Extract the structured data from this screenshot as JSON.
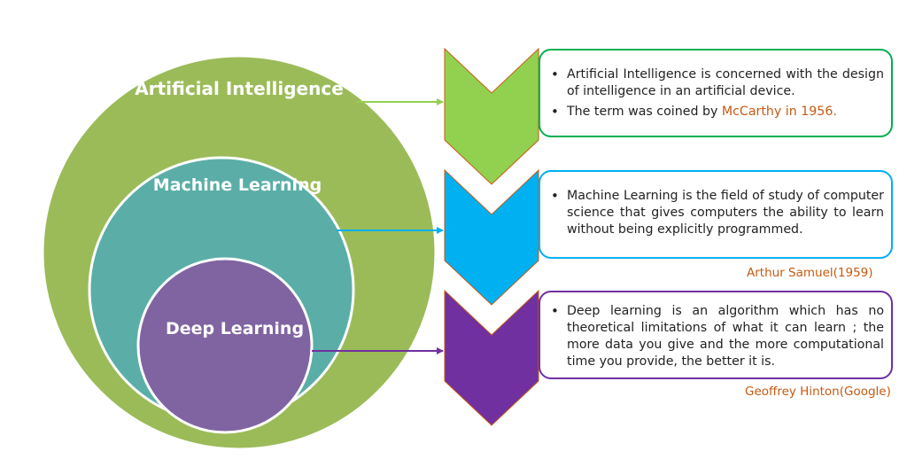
{
  "circles": [
    {
      "label": "Artificial Intelligence",
      "color": "#9bbb59"
    },
    {
      "label": "Machine Learning",
      "color": "#5aaea7"
    },
    {
      "label": "Deep Learning",
      "color": "#8064a2"
    }
  ],
  "panels": [
    {
      "chevron_color": "#92d050",
      "border_color": "#00b050",
      "bullets": [
        {
          "text": "Artificial Intelligence is concerned with the design of intelligence in an artificial device."
        },
        {
          "prefix": "The term was coined by ",
          "highlight": "McCarthy in 1956."
        }
      ]
    },
    {
      "chevron_color": "#00b0f0",
      "border_color": "#00b0f0",
      "bullets": [
        {
          "text": "Machine Learning is the field of study of computer science that gives computers the ability to learn without being explicitly programmed."
        }
      ],
      "attribution": "Arthur Samuel(1959)"
    },
    {
      "chevron_color": "#7030a0",
      "border_color": "#7030a0",
      "bullets": [
        {
          "text": "Deep learning is an algorithm which has no theoretical limitations of what it can learn ; the more data you give and the more computational time you provide, the better it is."
        }
      ],
      "attribution": "Geoffrey Hinton(Google)"
    }
  ],
  "attribution_color": "#c55a11"
}
